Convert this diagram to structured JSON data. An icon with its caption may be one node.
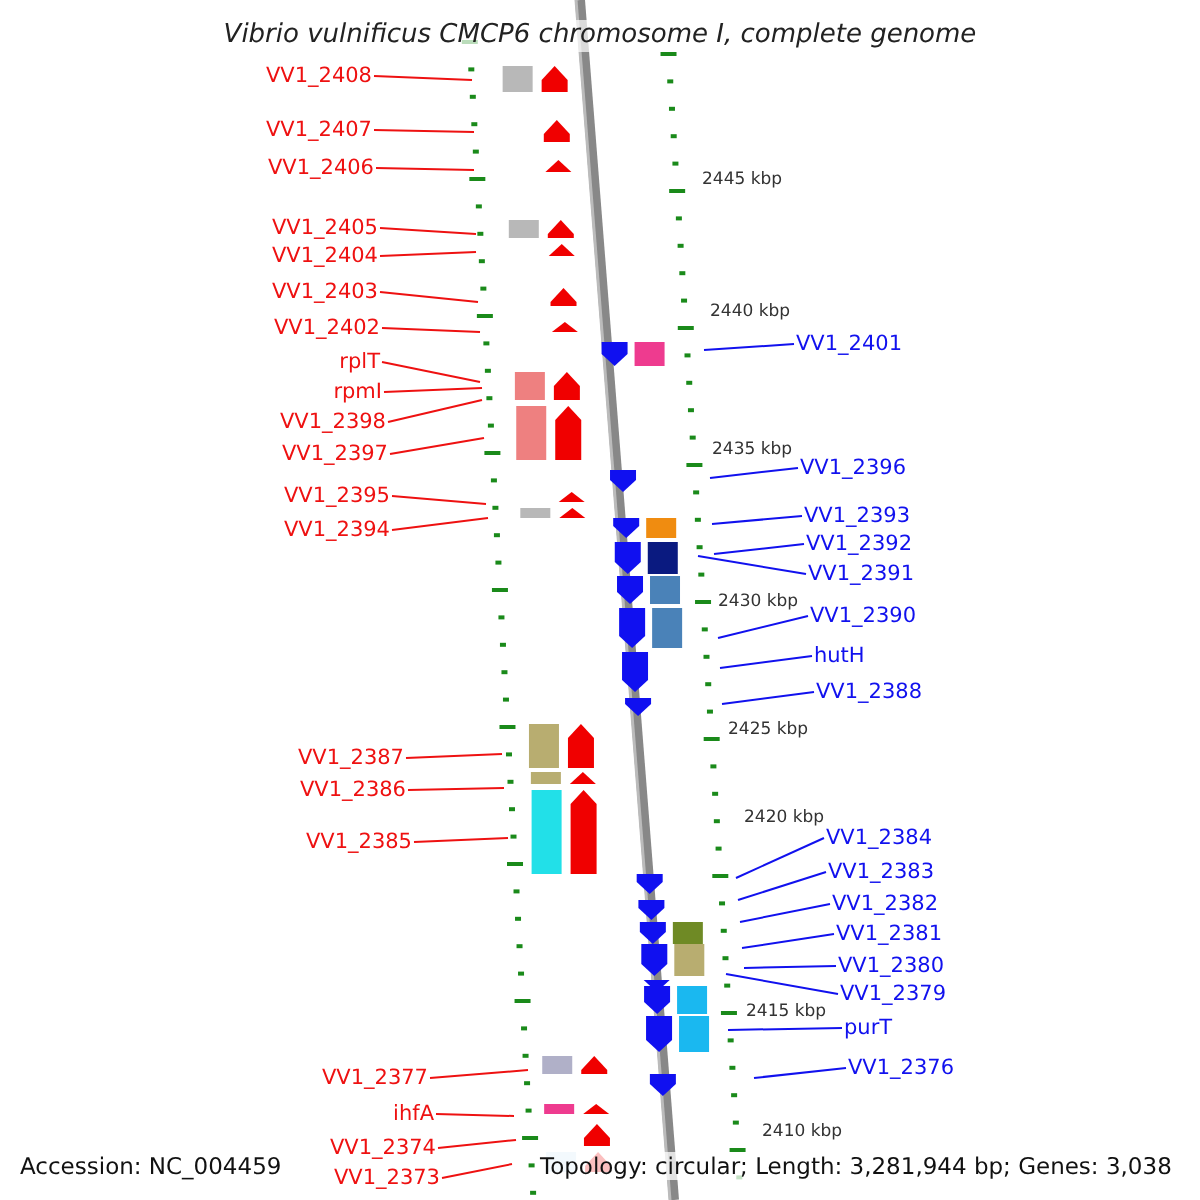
{
  "diagram": {
    "title": "Vibrio vulnificus CMCP6 chromosome I, complete genome",
    "nodes": [
      {
        "text": [
          "VV1_2408"
        ]
      },
      {
        "text": [
          "VV1_2407"
        ]
      },
      {
        "text": [
          "VV1_2406"
        ]
      },
      {
        "text": [
          "VV1_2405"
        ]
      },
      {
        "text": [
          "VV1_2404"
        ]
      },
      {
        "text": [
          "VV1_2403"
        ]
      },
      {
        "text": [
          "VV1_2402"
        ]
      },
      {
        "text": [
          "VV1_2401"
        ]
      },
      {
        "text": [
          "rplT"
        ]
      },
      {
        "text": [
          "rpmI"
        ]
      },
      {
        "text": [
          "VV1_2398"
        ]
      },
      {
        "text": [
          "VV1_2397"
        ]
      },
      {
        "text": [
          "VV1_2396"
        ]
      },
      {
        "text": [
          "VV1_2395"
        ]
      },
      {
        "text": [
          "VV1_2393"
        ]
      },
      {
        "text": [
          "VV1_2394"
        ]
      },
      {
        "text": [
          "VV1_2392"
        ]
      },
      {
        "text": [
          "VV1_2391"
        ]
      },
      {
        "text": [
          "VV1_2390"
        ]
      },
      {
        "text": [
          "hutH"
        ]
      },
      {
        "text": [
          "VV1_2388"
        ]
      },
      {
        "text": [
          "VV1_2387"
        ]
      },
      {
        "text": [
          "VV1_2386"
        ]
      },
      {
        "text": [
          "VV1_2384"
        ]
      },
      {
        "text": [
          "VV1_2385"
        ]
      },
      {
        "text": [
          "VV1_2383"
        ]
      },
      {
        "text": [
          "VV1_2382"
        ]
      },
      {
        "text": [
          "VV1_2381"
        ]
      },
      {
        "text": [
          "VV1_2380"
        ]
      },
      {
        "text": [
          "VV1_2379"
        ]
      },
      {
        "text": [
          "purT"
        ]
      },
      {
        "text": [
          "VV1_2376"
        ]
      },
      {
        "text": [
          "VV1_2377"
        ]
      },
      {
        "text": [
          "ihfA"
        ]
      },
      {
        "text": [
          "VV1_2374"
        ]
      },
      {
        "text": [
          "VV1_2373"
        ]
      }
    ],
    "edges": [
      {
        "from": 0,
        "to": null,
        "arrow": "none"
      },
      {
        "from": 1,
        "to": null,
        "arrow": "none"
      },
      {
        "from": 2,
        "to": null,
        "arrow": "none"
      },
      {
        "from": 3,
        "to": null,
        "arrow": "none"
      },
      {
        "from": 4,
        "to": null,
        "arrow": "none"
      },
      {
        "from": 5,
        "to": null,
        "arrow": "none"
      },
      {
        "from": 6,
        "to": null,
        "arrow": "none"
      },
      {
        "from": 7,
        "to": null,
        "arrow": "none",
        "color": "#1111ee"
      },
      {
        "from": 8,
        "to": null,
        "arrow": "none"
      },
      {
        "from": 9,
        "to": null,
        "arrow": "none"
      },
      {
        "from": 10,
        "to": null,
        "arrow": "none"
      },
      {
        "from": 11,
        "to": null,
        "arrow": "none"
      },
      {
        "from": 12,
        "to": null,
        "arrow": "none",
        "color": "#1111ee"
      },
      {
        "from": 13,
        "to": null,
        "arrow": "none"
      },
      {
        "from": 14,
        "to": null,
        "arrow": "none",
        "color": "#1111ee"
      },
      {
        "from": 15,
        "to": null,
        "arrow": "none"
      },
      {
        "from": 16,
        "to": null,
        "arrow": "none",
        "color": "#1111ee"
      },
      {
        "from": 17,
        "to": null,
        "arrow": "none",
        "color": "#1111ee"
      },
      {
        "from": 18,
        "to": null,
        "arrow": "none",
        "color": "#1111ee"
      },
      {
        "from": 19,
        "to": null,
        "arrow": "none",
        "color": "#1111ee"
      },
      {
        "from": 20,
        "to": null,
        "arrow": "none",
        "color": "#1111ee"
      },
      {
        "from": 21,
        "to": null,
        "arrow": "none"
      },
      {
        "from": 22,
        "to": null,
        "arrow": "none"
      },
      {
        "from": 23,
        "to": null,
        "arrow": "none",
        "color": "#1111ee"
      },
      {
        "from": 24,
        "to": null,
        "arrow": "none"
      },
      {
        "from": 25,
        "to": null,
        "arrow": "none",
        "color": "#1111ee"
      },
      {
        "from": 26,
        "to": null,
        "arrow": "none",
        "color": "#1111ee"
      },
      {
        "from": 27,
        "to": null,
        "arrow": "none",
        "color": "#1111ee"
      },
      {
        "from": 28,
        "to": null,
        "arrow": "none",
        "color": "#1111ee"
      },
      {
        "from": 29,
        "to": null,
        "arrow": "none",
        "color": "#1111ee"
      },
      {
        "from": 30,
        "to": null,
        "arrow": "none",
        "color": "#1111ee"
      },
      {
        "from": 31,
        "to": null,
        "arrow": "none",
        "color": "#1111ee"
      },
      {
        "from": 32,
        "to": null,
        "arrow": "none"
      },
      {
        "from": 33,
        "to": null,
        "arrow": "none"
      },
      {
        "from": 34,
        "to": null,
        "arrow": "none"
      },
      {
        "from": 35,
        "to": null,
        "arrow": "none"
      }
    ],
    "labels": [
      "2445 kbp",
      "2440 kbp",
      "2435 kbp",
      "2430 kbp",
      "2425 kbp",
      "2420 kbp",
      "2415 kbp",
      "2410 kbp",
      "Accession: NC_004459",
      "Topology: circular; Length: 3,281,944 bp; Genes: 3,038"
    ]
  }
}
